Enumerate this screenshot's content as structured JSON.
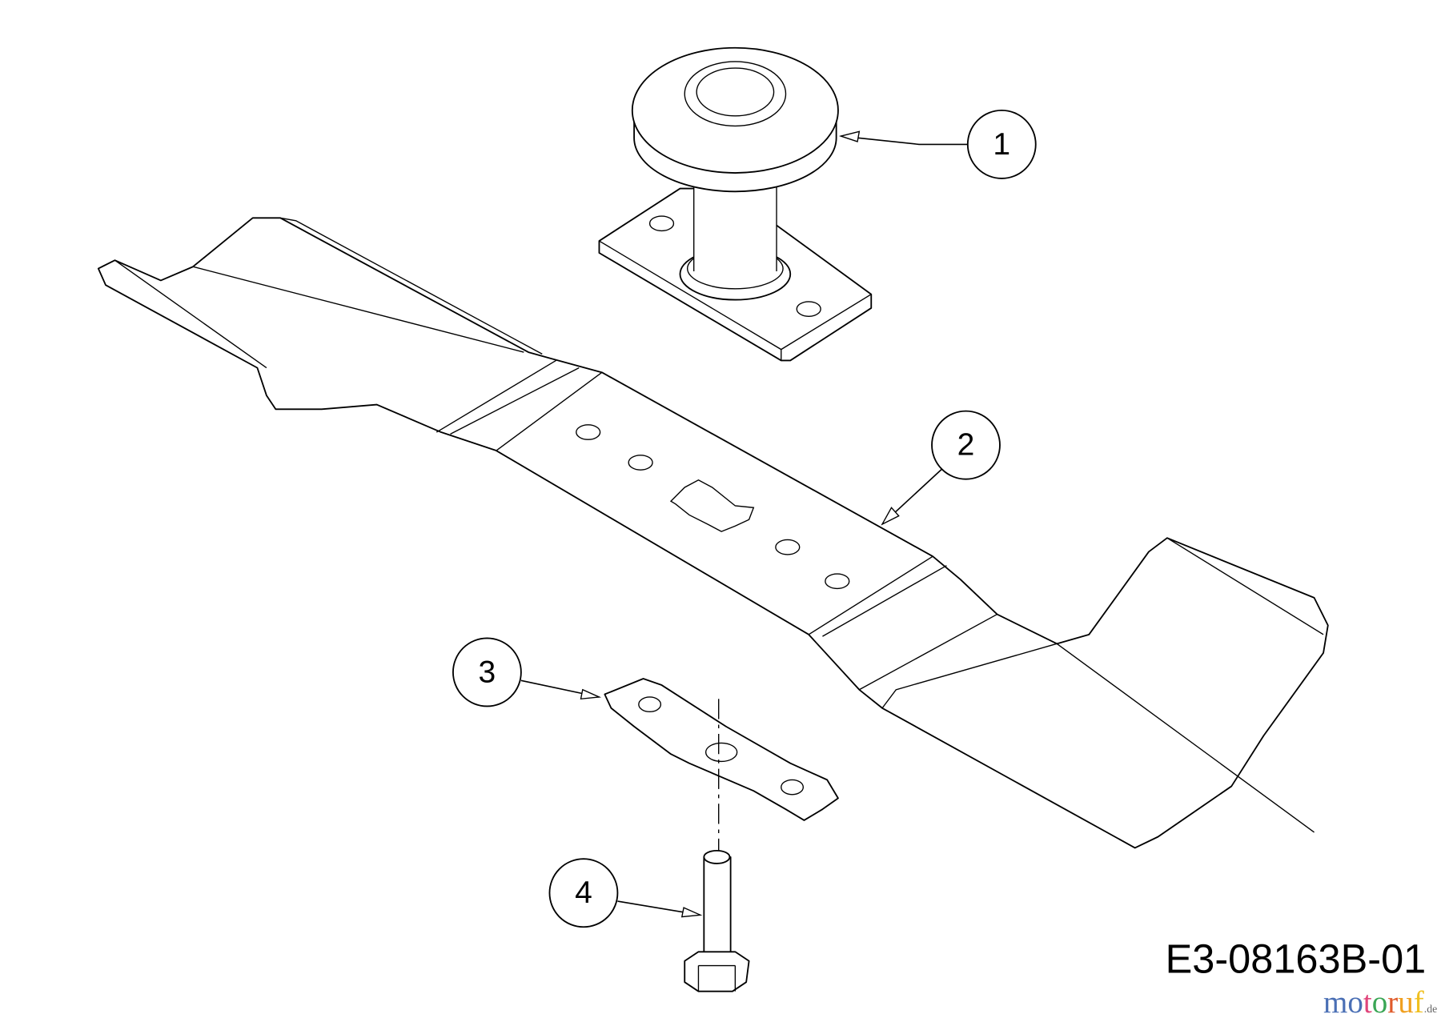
{
  "diagram": {
    "callouts": [
      {
        "id": "1",
        "label": "1",
        "part": "pulley-spindle"
      },
      {
        "id": "2",
        "label": "2",
        "part": "blade"
      },
      {
        "id": "3",
        "label": "3",
        "part": "blade-adapter"
      },
      {
        "id": "4",
        "label": "4",
        "part": "bolt"
      }
    ],
    "drawing_code": "E3-08163B-01",
    "watermark": {
      "letters": [
        "m",
        "o",
        "t",
        "o",
        "r",
        "u",
        "f"
      ],
      "colors": [
        "#4a6fb5",
        "#4a6fb5",
        "#e0457b",
        "#3aa655",
        "#e05a2a",
        "#f0a020",
        "#f0c020"
      ],
      "suffix": ".de"
    }
  }
}
